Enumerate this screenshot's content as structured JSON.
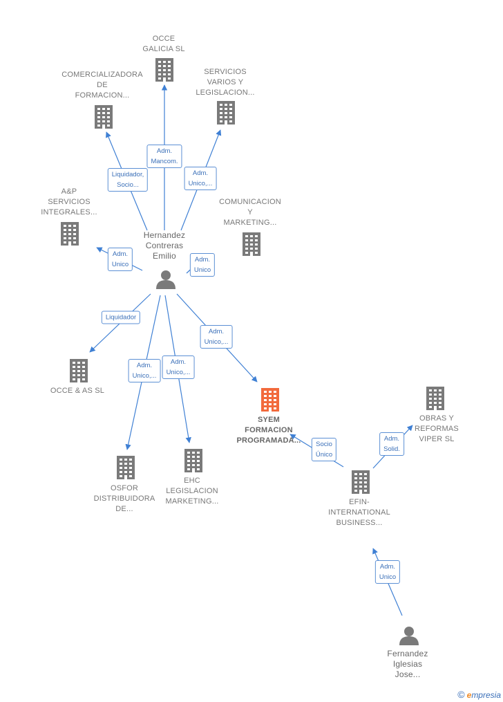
{
  "colors": {
    "edge": "#3f80d4",
    "building": "#7a7a7a",
    "focus_building": "#f26a3c",
    "person": "#7a7a7a"
  },
  "nodes": [
    {
      "id": "occe_galicia",
      "type": "company",
      "name": "OCCE\nGALICIA SL"
    },
    {
      "id": "comercializadora",
      "type": "company",
      "name": "COMERCIALIZADORA\nDE\nFORMACION..."
    },
    {
      "id": "servicios_varios",
      "type": "company",
      "name": "SERVICIOS\nVARIOS Y\nLEGISLACION..."
    },
    {
      "id": "ap_servicios",
      "type": "company",
      "name": "A&P\nSERVICIOS\nINTEGRALES..."
    },
    {
      "id": "comunicacion",
      "type": "company",
      "name": "COMUNICACION\nY\nMARKETING..."
    },
    {
      "id": "hernandez",
      "type": "person",
      "name": "Hernandez\nContreras\nEmilio"
    },
    {
      "id": "occe_as",
      "type": "company",
      "name": "OCCE & AS  SL"
    },
    {
      "id": "syem",
      "type": "focus",
      "name": "SYEM\nFORMACION\nPROGRAMADA..."
    },
    {
      "id": "obras",
      "type": "company",
      "name": "OBRAS Y\nREFORMAS\nVIPER SL"
    },
    {
      "id": "osfor",
      "type": "company",
      "name": "OSFOR\nDISTRIBUIDORA\nDE..."
    },
    {
      "id": "ehc",
      "type": "company",
      "name": "EHC\nLEGISLACION\nMARKETING..."
    },
    {
      "id": "efin",
      "type": "company",
      "name": "EFIN-\nINTERNATIONAL\nBUSINESS..."
    },
    {
      "id": "fernandez",
      "type": "person",
      "name": "Fernandez\nIglesias\nJose..."
    }
  ],
  "edges": [
    {
      "id": "e1",
      "from": "hernandez",
      "to": "occe_galicia",
      "label": "Adm.\nMancom."
    },
    {
      "id": "e2",
      "from": "hernandez",
      "to": "comercializadora",
      "label": "Liquidador,\nSocio..."
    },
    {
      "id": "e3",
      "from": "hernandez",
      "to": "servicios_varios",
      "label": "Adm.\nUnico,..."
    },
    {
      "id": "e4",
      "from": "hernandez",
      "to": "ap_servicios",
      "label": "Adm.\nUnico"
    },
    {
      "id": "e5",
      "from": "hernandez",
      "to": "comunicacion",
      "label": "Adm.\nUnico"
    },
    {
      "id": "e6",
      "from": "hernandez",
      "to": "occe_as",
      "label": "Liquidador"
    },
    {
      "id": "e7",
      "from": "hernandez",
      "to": "syem",
      "label": "Adm.\nUnico,..."
    },
    {
      "id": "e8",
      "from": "hernandez",
      "to": "osfor",
      "label": "Adm.\nUnico,..."
    },
    {
      "id": "e9",
      "from": "hernandez",
      "to": "ehc",
      "label": "Adm.\nUnico,..."
    },
    {
      "id": "e10",
      "from": "efin",
      "to": "syem",
      "label": "Socio\nÚnico"
    },
    {
      "id": "e11",
      "from": "efin",
      "to": "obras",
      "label": "Adm.\nSolid."
    },
    {
      "id": "e12",
      "from": "fernandez",
      "to": "efin",
      "label": "Adm.\nUnico"
    }
  ],
  "brand": {
    "copyright": "©",
    "name": "mpresia",
    "initial": "e"
  }
}
